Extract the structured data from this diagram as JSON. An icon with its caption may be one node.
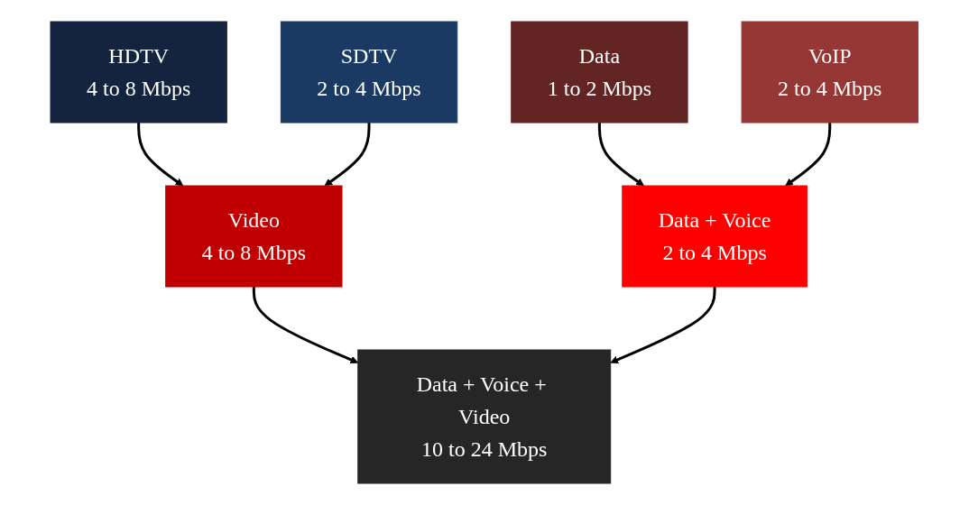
{
  "diagram": {
    "nodes": [
      {
        "text": [
          "HDTV",
          "4 to 8 Mbps"
        ]
      },
      {
        "text": [
          "SDTV",
          "2 to 4 Mbps"
        ]
      },
      {
        "text": [
          "Data",
          "1 to 2 Mbps"
        ]
      },
      {
        "text": [
          "VoIP",
          "2 to 4 Mbps"
        ]
      },
      {
        "text": [
          "Video",
          "4 to 8 Mbps"
        ]
      },
      {
        "text": [
          "Data + Voice",
          "2 to 4 Mbps"
        ]
      },
      {
        "text": [
          "Data + Voice + Video",
          "10 to 24 Mbps"
        ]
      }
    ],
    "edges": [
      {
        "from": 0,
        "to": 4,
        "arrow": "to"
      },
      {
        "from": 1,
        "to": 4,
        "arrow": "to"
      },
      {
        "from": 2,
        "to": 5,
        "arrow": "to"
      },
      {
        "from": 3,
        "to": 5,
        "arrow": "to"
      },
      {
        "from": 4,
        "to": 6,
        "arrow": "to"
      },
      {
        "from": 5,
        "to": 6,
        "arrow": "to"
      }
    ]
  }
}
